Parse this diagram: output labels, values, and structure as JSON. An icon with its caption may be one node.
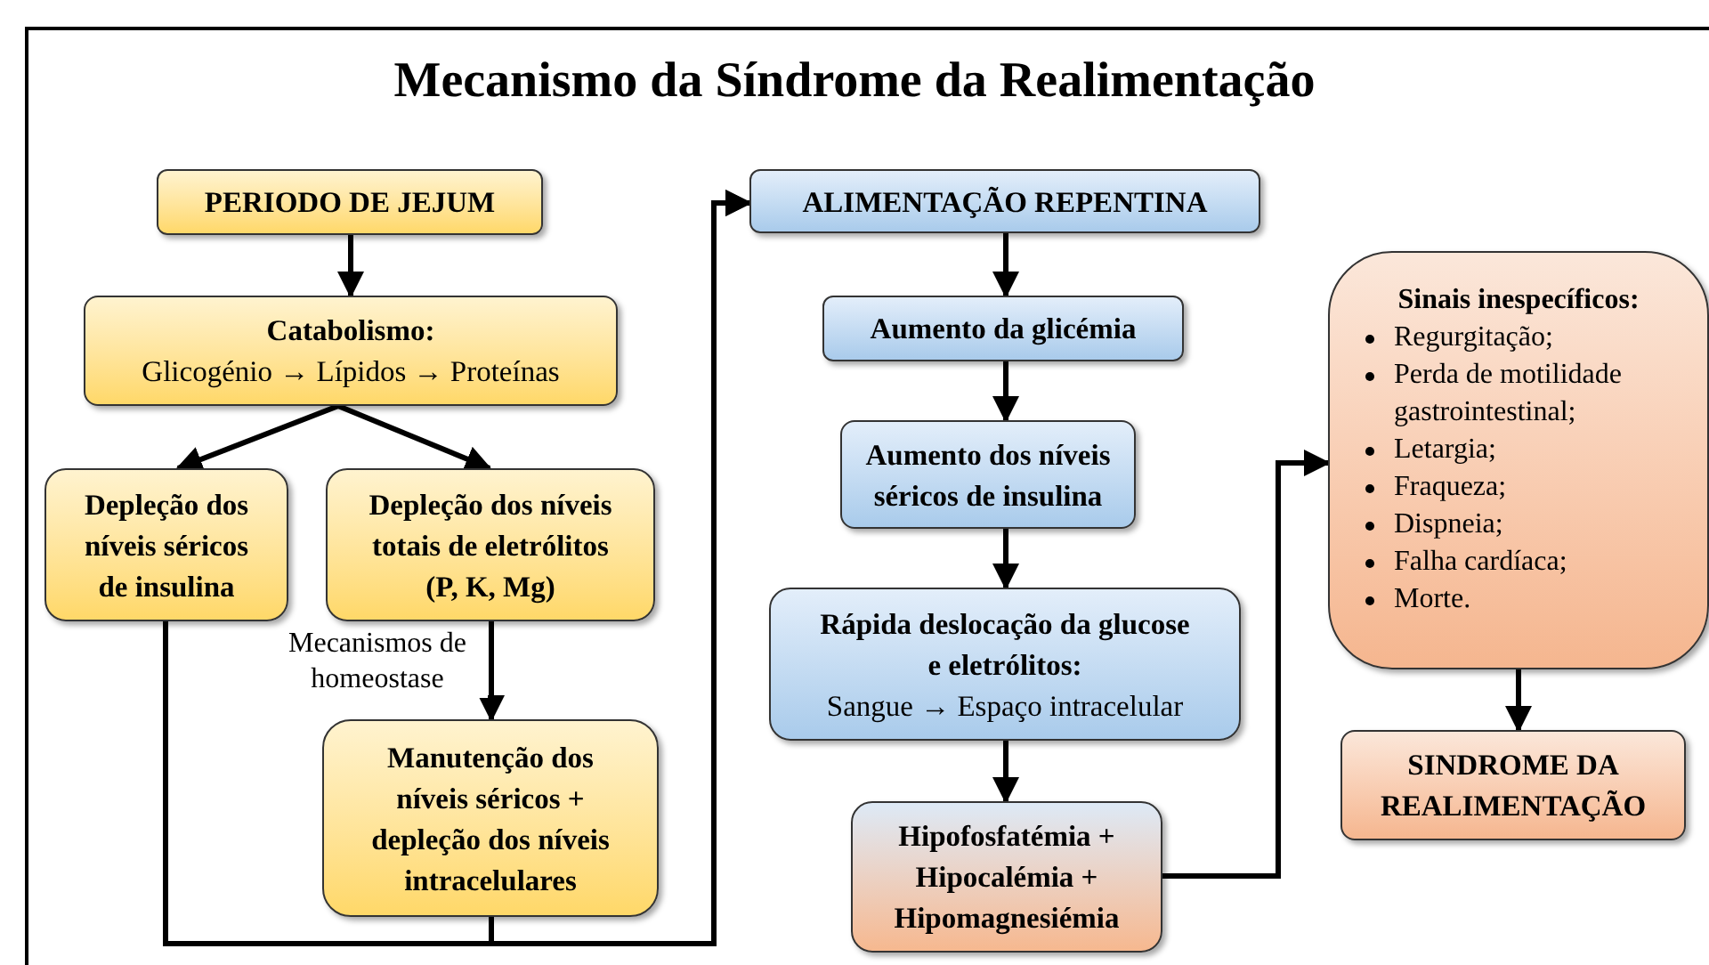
{
  "diagram": {
    "title": "Mecanismo da Síndrome da Realimentação",
    "nodes": [
      {
        "text": [
          "PERIODO DE JEJUM"
        ]
      },
      {
        "text": [
          "Catabolismo:",
          "Glicogénio → Lípidos → Proteínas"
        ]
      },
      {
        "text": [
          "Depleção dos níveis séricos de insulina"
        ]
      },
      {
        "text": [
          "Depleção dos níveis totais de eletrólitos (P, K, Mg)"
        ]
      },
      {
        "text": [
          "Manutenção dos níveis séricos  + depleção dos níveis intracelulares"
        ]
      },
      {
        "text": [
          "ALIMENTAÇÃO REPENTINA"
        ]
      },
      {
        "text": [
          "Aumento da glicémia"
        ]
      },
      {
        "text": [
          "Aumento dos níveis séricos de insulina"
        ]
      },
      {
        "text": [
          "Rápida deslocação da glucose e eletrólitos:",
          "Sangue → Espaço intracelular"
        ]
      },
      {
        "text": [
          "Hipofosfatémia + Hipocalémia + Hipomagnesiémia"
        ]
      },
      {
        "text": [
          "Sinais inespecíficos:",
          "Regurgitação;",
          "Perda de motilidade gastrointestinal;",
          "Letargia;",
          "Fraqueza;",
          "Dispneia;",
          "Falha cardíaca;",
          "Morte."
        ]
      },
      {
        "text": [
          "SINDROME DA REALIMENTAÇÃO"
        ]
      }
    ],
    "edges": [
      {
        "from": 0,
        "to": 1,
        "arrow": "to"
      },
      {
        "from": 1,
        "to": 2,
        "arrow": "to"
      },
      {
        "from": 1,
        "to": 3,
        "arrow": "to"
      },
      {
        "from": 3,
        "to": 4,
        "arrow": "to",
        "label": "Mecanismos de homeostase"
      },
      {
        "from": 2,
        "to": 5,
        "arrow": "to"
      },
      {
        "from": 4,
        "to": 5,
        "arrow": "to"
      },
      {
        "from": 5,
        "to": 6,
        "arrow": "to"
      },
      {
        "from": 6,
        "to": 7,
        "arrow": "to"
      },
      {
        "from": 7,
        "to": 8,
        "arrow": "to"
      },
      {
        "from": 8,
        "to": 9,
        "arrow": "to"
      },
      {
        "from": 9,
        "to": 10,
        "arrow": "to"
      },
      {
        "from": 10,
        "to": 11,
        "arrow": "to"
      }
    ]
  }
}
